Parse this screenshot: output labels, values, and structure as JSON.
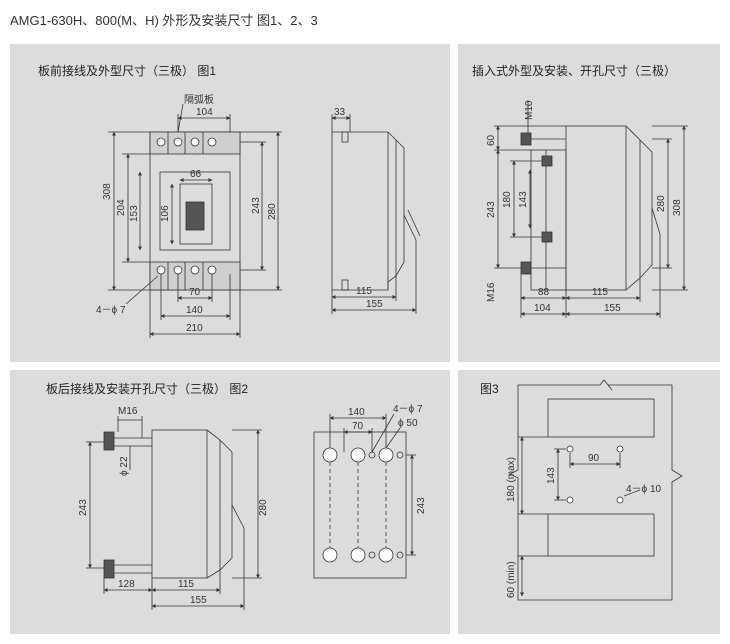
{
  "header": {
    "title": "AMG1-630H、800(M、H) 外形及安装尺寸  图1、2、3"
  },
  "panels": {
    "p1": {
      "title": "板前接线及外型尺寸（三极）   图1"
    },
    "p2": {
      "title": "插入式外型及安装、开孔尺寸（三极）"
    },
    "p3": {
      "title": "板后接线及安装开孔尺寸（三极）   图2"
    },
    "p4": {
      "title": "图3"
    }
  },
  "p1": {
    "barrier_label": "隔弧板",
    "dims": {
      "w104": "104",
      "h308": "308",
      "h204": "204",
      "h153": "153",
      "w66": "66",
      "h106": "106",
      "h243": "243",
      "h280": "280",
      "w70": "70",
      "w140": "140",
      "w210": "210",
      "hole": "4－ϕ 7",
      "w33": "33",
      "w115": "115",
      "w155": "155"
    }
  },
  "p2": {
    "dims": {
      "m10": "M10",
      "h60": "60",
      "h243": "243",
      "h180": "180",
      "h143": "143",
      "m16": "M16",
      "w88": "88",
      "w115": "115",
      "w104": "104",
      "w155": "155",
      "h280": "280",
      "h308": "308"
    }
  },
  "p3": {
    "dims": {
      "m16": "M16",
      "d22": "ϕ 22",
      "h243": "243",
      "w128": "128",
      "w115": "115",
      "w155": "155",
      "h280": "280",
      "w140": "140",
      "w70": "70",
      "hole7": "4－ϕ 7",
      "d50": "ϕ 50",
      "h243b": "243"
    }
  },
  "p4": {
    "dims": {
      "w90": "90",
      "h143": "143",
      "hole10": "4－ϕ 10",
      "h180max": "180 (max)",
      "h60min": "60 (min)"
    }
  }
}
